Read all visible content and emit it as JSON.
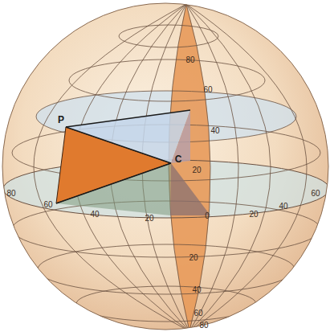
{
  "diagram": {
    "labels": [
      "P",
      "C",
      "80",
      "60",
      "40",
      "20",
      "80",
      "60",
      "40",
      "20",
      "0",
      "20",
      "40",
      "60",
      "20",
      "40",
      "60",
      "80"
    ]
  }
}
